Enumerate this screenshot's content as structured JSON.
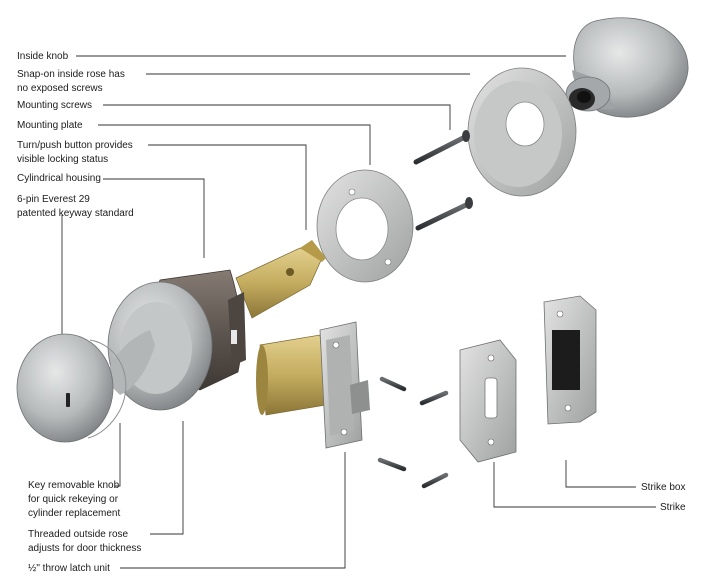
{
  "labels": {
    "inside_knob": "Inside knob",
    "snap_on_rose": "Snap-on inside rose has\nno exposed screws",
    "mounting_screws": "Mounting screws",
    "mounting_plate": "Mounting plate",
    "turn_push_button": "Turn/push button provides\nvisible locking status",
    "cylindrical_housing": "Cylindrical housing",
    "keyway": "6-pin Everest 29\npatented keyway standard",
    "key_removable_knob": "Key removable knob\nfor quick rekeying or\ncylinder replacement",
    "threaded_rose": "Threaded outside rose\nadjusts for door thickness",
    "latch_unit": "½\" throw latch unit",
    "strike_box": "Strike box",
    "strike": "Strike"
  },
  "colors": {
    "leader_line": "#333333",
    "knob_silver": "#b9bcbd",
    "housing_dark": "#5b534d",
    "brass": "#c8b26a",
    "plate_steel": "#c2c3c2"
  }
}
